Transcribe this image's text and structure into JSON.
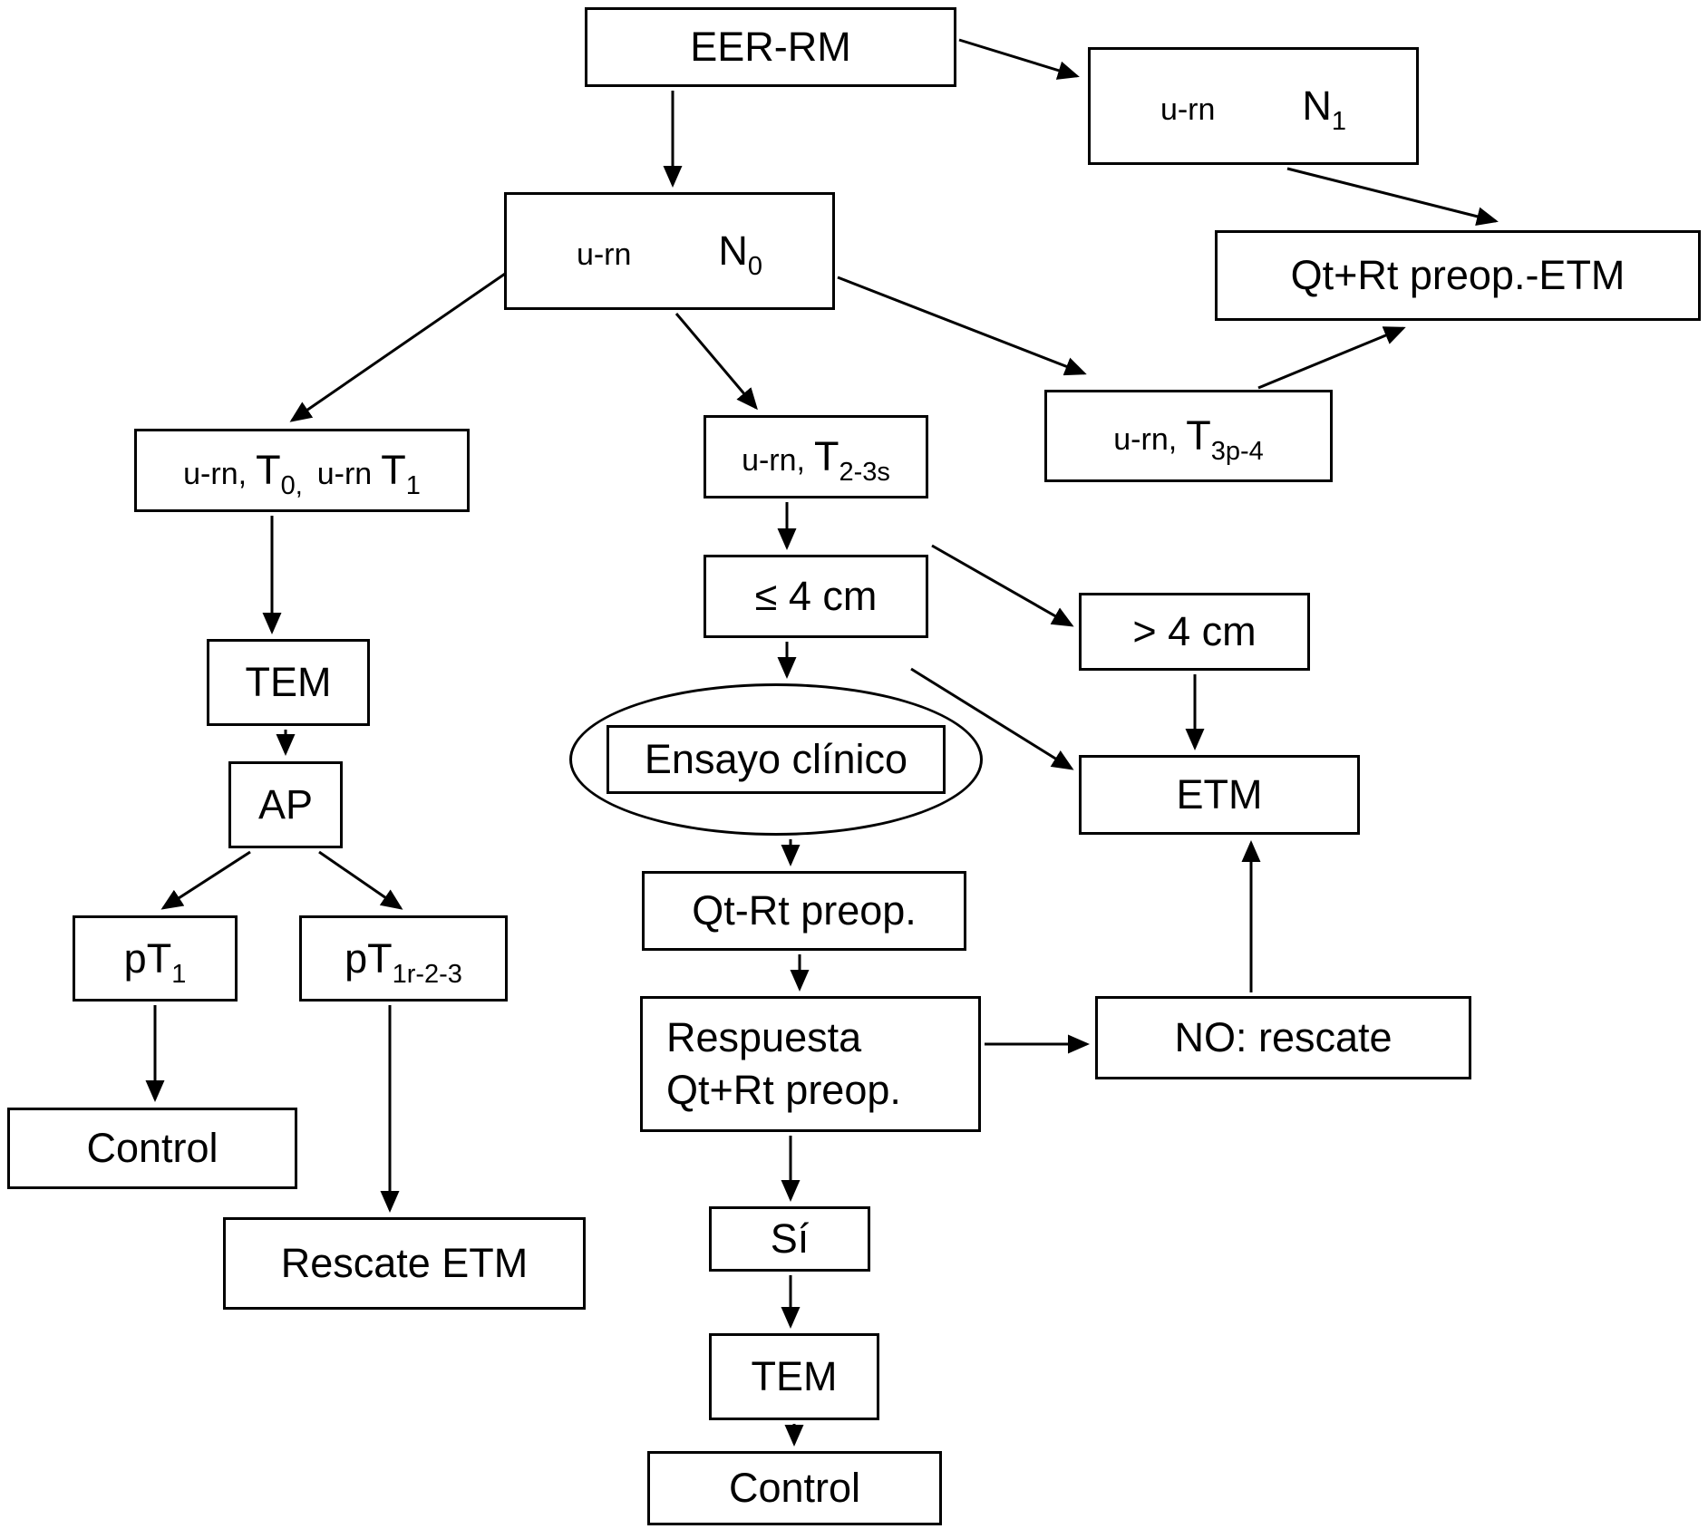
{
  "diagram": {
    "background": "#ffffff",
    "ink": "#000000",
    "nodes": {
      "eer_rm": {
        "label": "EER-RM"
      },
      "urn_n1": {
        "prefix": "u-rn",
        "main": "N",
        "sub": "1"
      },
      "urn_n0": {
        "prefix": "u-rn",
        "main": "N",
        "sub": "0"
      },
      "qt_rt_preop_etm": {
        "label": "Qt+Rt preop.-ETM"
      },
      "urn_t0_t1": {
        "s1": "u-rn,",
        "s2": "T",
        "s3": "0,",
        "s4": "u-rn",
        "s5": "T",
        "s6": "1"
      },
      "urn_t23s": {
        "prefix": "u-rn,",
        "main": "T",
        "sub": "2-3s"
      },
      "urn_t3p4": {
        "prefix": "u-rn,",
        "main": "T",
        "sub": "3p-4"
      },
      "tem_left": {
        "label": "TEM"
      },
      "ap": {
        "label": "AP"
      },
      "pt1": {
        "main": "pT",
        "sub": "1"
      },
      "pt1r23": {
        "main": "pT",
        "sub": "1r-2-3"
      },
      "control_left": {
        "label": "Control"
      },
      "rescate_etm": {
        "label": "Rescate ETM"
      },
      "le_4cm": {
        "label": "≤ 4 cm"
      },
      "gt_4cm": {
        "label": "> 4 cm"
      },
      "ensayo_clinico": {
        "label": "Ensayo clínico"
      },
      "etm": {
        "label": "ETM"
      },
      "qt_rt_preop": {
        "label": "Qt-Rt preop."
      },
      "respuesta": {
        "line1": "Respuesta",
        "line2": "Qt+Rt preop."
      },
      "no_rescate": {
        "label": "NO: rescate"
      },
      "si": {
        "label": "Sí"
      },
      "tem_bottom": {
        "label": "TEM"
      },
      "control_bottom": {
        "label": "Control"
      }
    },
    "edges": [
      {
        "from": "eer_rm",
        "to": "urn_n0"
      },
      {
        "from": "eer_rm",
        "to": "urn_n1"
      },
      {
        "from": "urn_n1",
        "to": "qt_rt_preop_etm"
      },
      {
        "from": "urn_n0",
        "to": "urn_t0_t1"
      },
      {
        "from": "urn_n0",
        "to": "urn_t23s"
      },
      {
        "from": "urn_n0",
        "to": "urn_t3p4"
      },
      {
        "from": "urn_t3p4",
        "to": "qt_rt_preop_etm"
      },
      {
        "from": "urn_t0_t1",
        "to": "tem_left"
      },
      {
        "from": "tem_left",
        "to": "ap"
      },
      {
        "from": "ap",
        "to": "pt1"
      },
      {
        "from": "ap",
        "to": "pt1r23"
      },
      {
        "from": "pt1",
        "to": "control_left"
      },
      {
        "from": "pt1r23",
        "to": "rescate_etm"
      },
      {
        "from": "urn_t23s",
        "to": "le_4cm"
      },
      {
        "from": "le_4cm",
        "to": "gt_4cm"
      },
      {
        "from": "le_4cm",
        "to": "ensayo_clinico"
      },
      {
        "from": "ensayo_clinico",
        "to": "etm"
      },
      {
        "from": "gt_4cm",
        "to": "etm"
      },
      {
        "from": "ensayo_clinico",
        "to": "qt_rt_preop"
      },
      {
        "from": "qt_rt_preop",
        "to": "respuesta"
      },
      {
        "from": "respuesta",
        "to": "no_rescate"
      },
      {
        "from": "no_rescate",
        "to": "etm"
      },
      {
        "from": "respuesta",
        "to": "si"
      },
      {
        "from": "si",
        "to": "tem_bottom"
      },
      {
        "from": "tem_bottom",
        "to": "control_bottom"
      }
    ]
  }
}
